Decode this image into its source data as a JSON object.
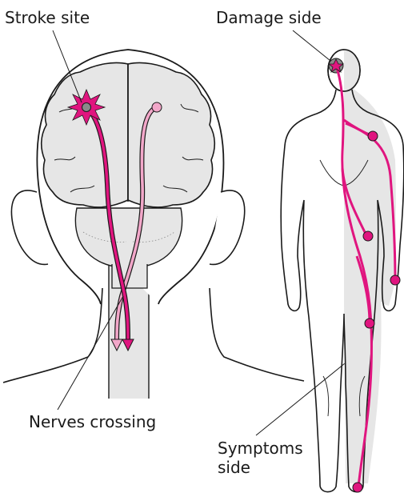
{
  "labels": {
    "stroke_site": "Stroke site",
    "damage_side": "Damage side",
    "nerves_crossing": "Nerves crossing",
    "symptoms_line1": "Symptoms",
    "symptoms_line2": "side"
  },
  "colors": {
    "nerve_primary": "#e0157f",
    "nerve_secondary": "#f2a7c9",
    "tissue_fill": "#e6e6e6",
    "outline": "#1a1a1a"
  }
}
